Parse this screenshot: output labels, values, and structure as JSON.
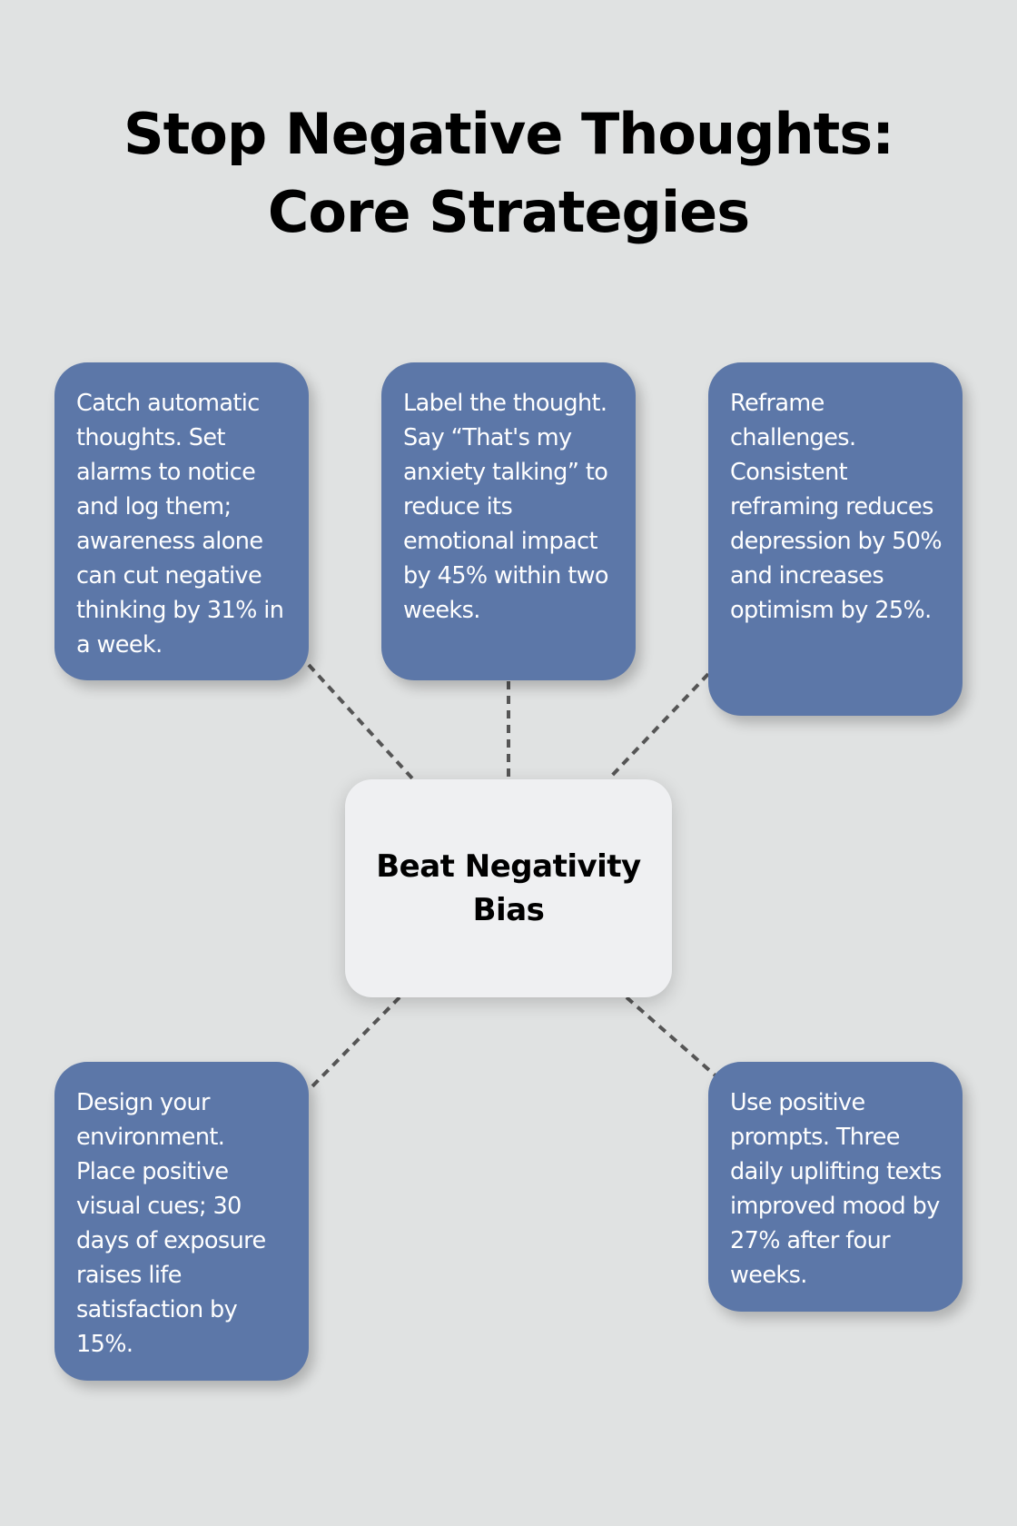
{
  "title": "Stop Negative Thoughts: Core Strategies",
  "center_node": {
    "label": "Beat Negativity Bias"
  },
  "colors": {
    "background": "#e0e2e2",
    "card": "#5c77a8",
    "center": "#eff0f2",
    "connector": "#555555"
  },
  "cards": [
    {
      "text": "Catch automatic thoughts. Set alarms to notice and log them; awareness alone can cut negative thinking by 31% in a week."
    },
    {
      "text": "Label the thought. Say “That's my anxiety talking” to reduce its emotional impact by 45% within two weeks."
    },
    {
      "text": "Reframe challenges. Consistent reframing reduces depression by 50% and increases optimism by 25%."
    },
    {
      "text": "Design your environment. Place positive visual cues; 30 days of exposure raises life satisfaction by 15%."
    },
    {
      "text": "Use positive prompts. Three daily uplifting texts improved mood by 27% after four weeks."
    }
  ]
}
